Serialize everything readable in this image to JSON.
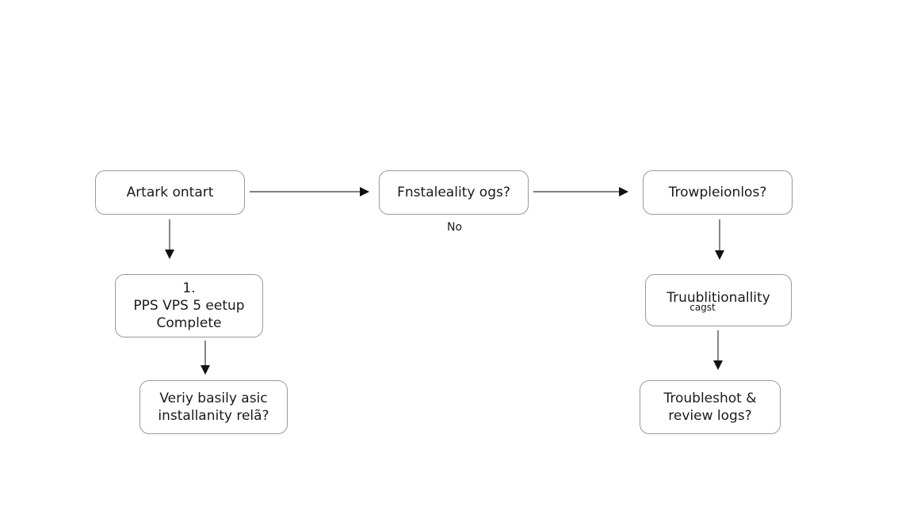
{
  "diagram": {
    "nodes": {
      "start": {
        "lines": [
          "Artark ontart"
        ]
      },
      "check_install": {
        "lines": [
          "Fnstaleality ogs?"
        ]
      },
      "troubleshoot_top": {
        "lines": [
          "Trowpleionlos?"
        ]
      },
      "setup_complete": {
        "lines": [
          "1.",
          "PPS VPS 5  eetup",
          "Complete"
        ]
      },
      "verify": {
        "lines": [
          "Veriy basily asic",
          "installanity relã?"
        ]
      },
      "troubleshoot_mid": {
        "lines": [
          "Truublitionallity"
        ],
        "sub": "cagst"
      },
      "troubleshoot_bottom": {
        "lines": [
          "Troubleshot &",
          "review logs?"
        ]
      }
    },
    "edge_labels": {
      "no": "No"
    }
  }
}
